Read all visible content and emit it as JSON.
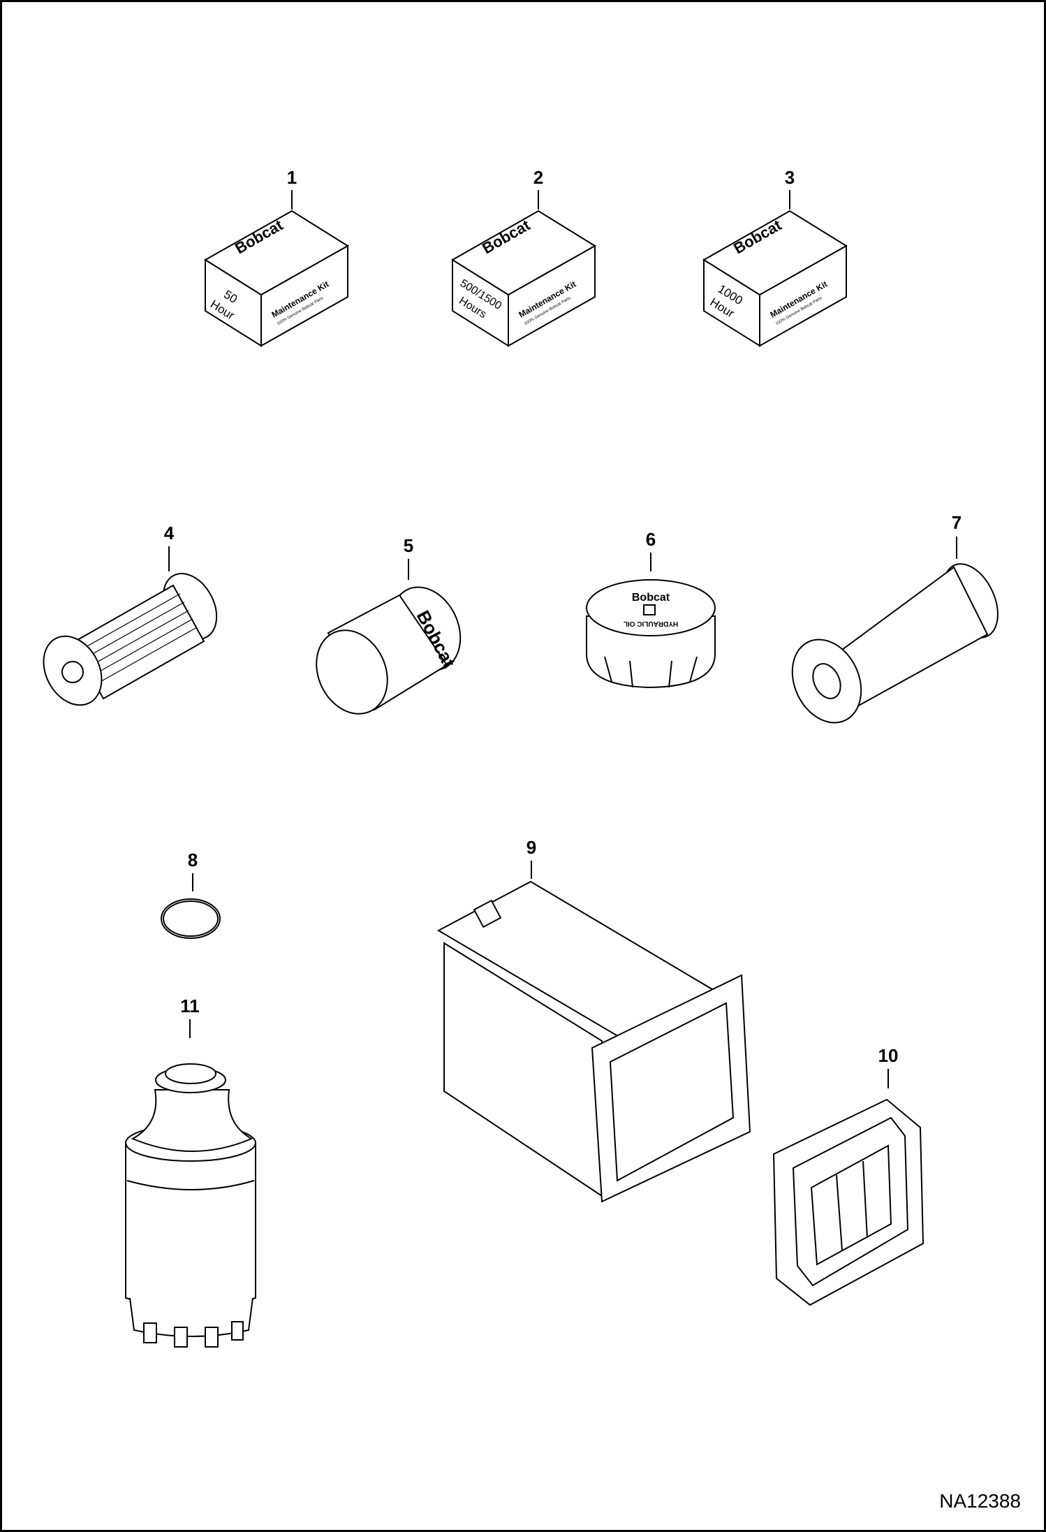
{
  "figure_id": "NA12388",
  "callouts": [
    {
      "number": "1"
    },
    {
      "number": "2"
    },
    {
      "number": "3"
    },
    {
      "number": "4"
    },
    {
      "number": "5"
    },
    {
      "number": "6"
    },
    {
      "number": "7"
    },
    {
      "number": "8"
    },
    {
      "number": "9"
    },
    {
      "number": "10"
    },
    {
      "number": "11"
    }
  ],
  "kits": [
    {
      "brand": "Bobcat",
      "line1": "50",
      "line2": "Hour",
      "title": "Maintenance Kit",
      "subtitle": "100% Genuine Bobcat Parts"
    },
    {
      "brand": "Bobcat",
      "line1": "500/1500",
      "line2": "Hours",
      "title": "Maintenance Kit",
      "subtitle": "100% Genuine Bobcat Parts"
    },
    {
      "brand": "Bobcat",
      "line1": "1000",
      "line2": "Hour",
      "title": "Maintenance Kit",
      "subtitle": "100% Genuine Bobcat Parts"
    }
  ],
  "oil_filter_brand": "Bobcat",
  "cap": {
    "brand": "Bobcat",
    "label": "HYDRAULIC OIL"
  }
}
